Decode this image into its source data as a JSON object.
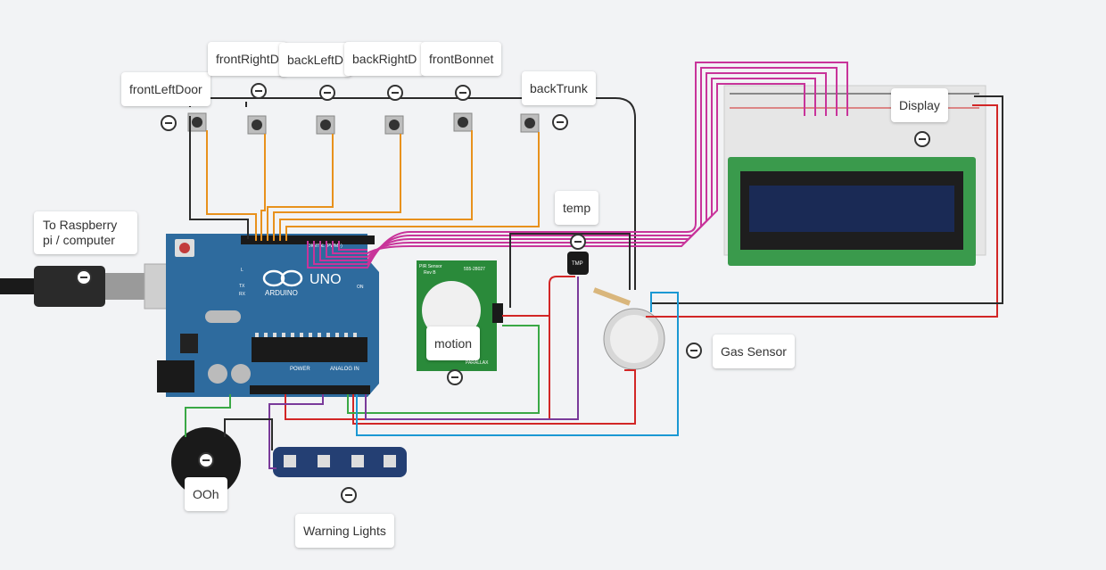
{
  "circuit": {
    "labels": {
      "raspberry": "To Raspberry pi / computer",
      "front_left_door": "frontLeftDoor",
      "front_right_door": "frontRightD",
      "back_left_door": "backLeftD",
      "back_right_door": "backRightD",
      "front_bonnet": "frontBonnet",
      "back_trunk": "backTrunk",
      "temp": "temp",
      "motion": "motion",
      "gas_sensor": "Gas Sensor",
      "display": "Display",
      "buzzer": "OOh",
      "warning_lights": "Warning Lights"
    },
    "arduino": {
      "brand": "ARDUINO",
      "model": "UNO",
      "digital_header": "DIGITAL (PWM~)",
      "power_header": "POWER",
      "analog_header": "ANALOG IN",
      "on_led": "ON",
      "tx_led": "TX",
      "rx_led": "RX",
      "l_led": "L"
    },
    "pir": {
      "part": "PIR Sensor",
      "rev": "Rev B",
      "code": "555-28027",
      "maker": "PARALLAX"
    },
    "tmp": {
      "text": "TMP"
    },
    "colors": {
      "wire_orange": "#e8911c",
      "wire_black": "#2b2b2b",
      "wire_magenta": "#c8349a",
      "wire_red": "#d22626",
      "wire_green": "#3aa845",
      "wire_purple": "#7a3a9a",
      "wire_blue": "#1b98d3",
      "arduino_board": "#2e6b9e",
      "lcd_board": "#3a9a4c",
      "lcd_screen": "#1a2a55",
      "pir_board": "#2a8a3a",
      "neopixel": "#243f73"
    }
  }
}
